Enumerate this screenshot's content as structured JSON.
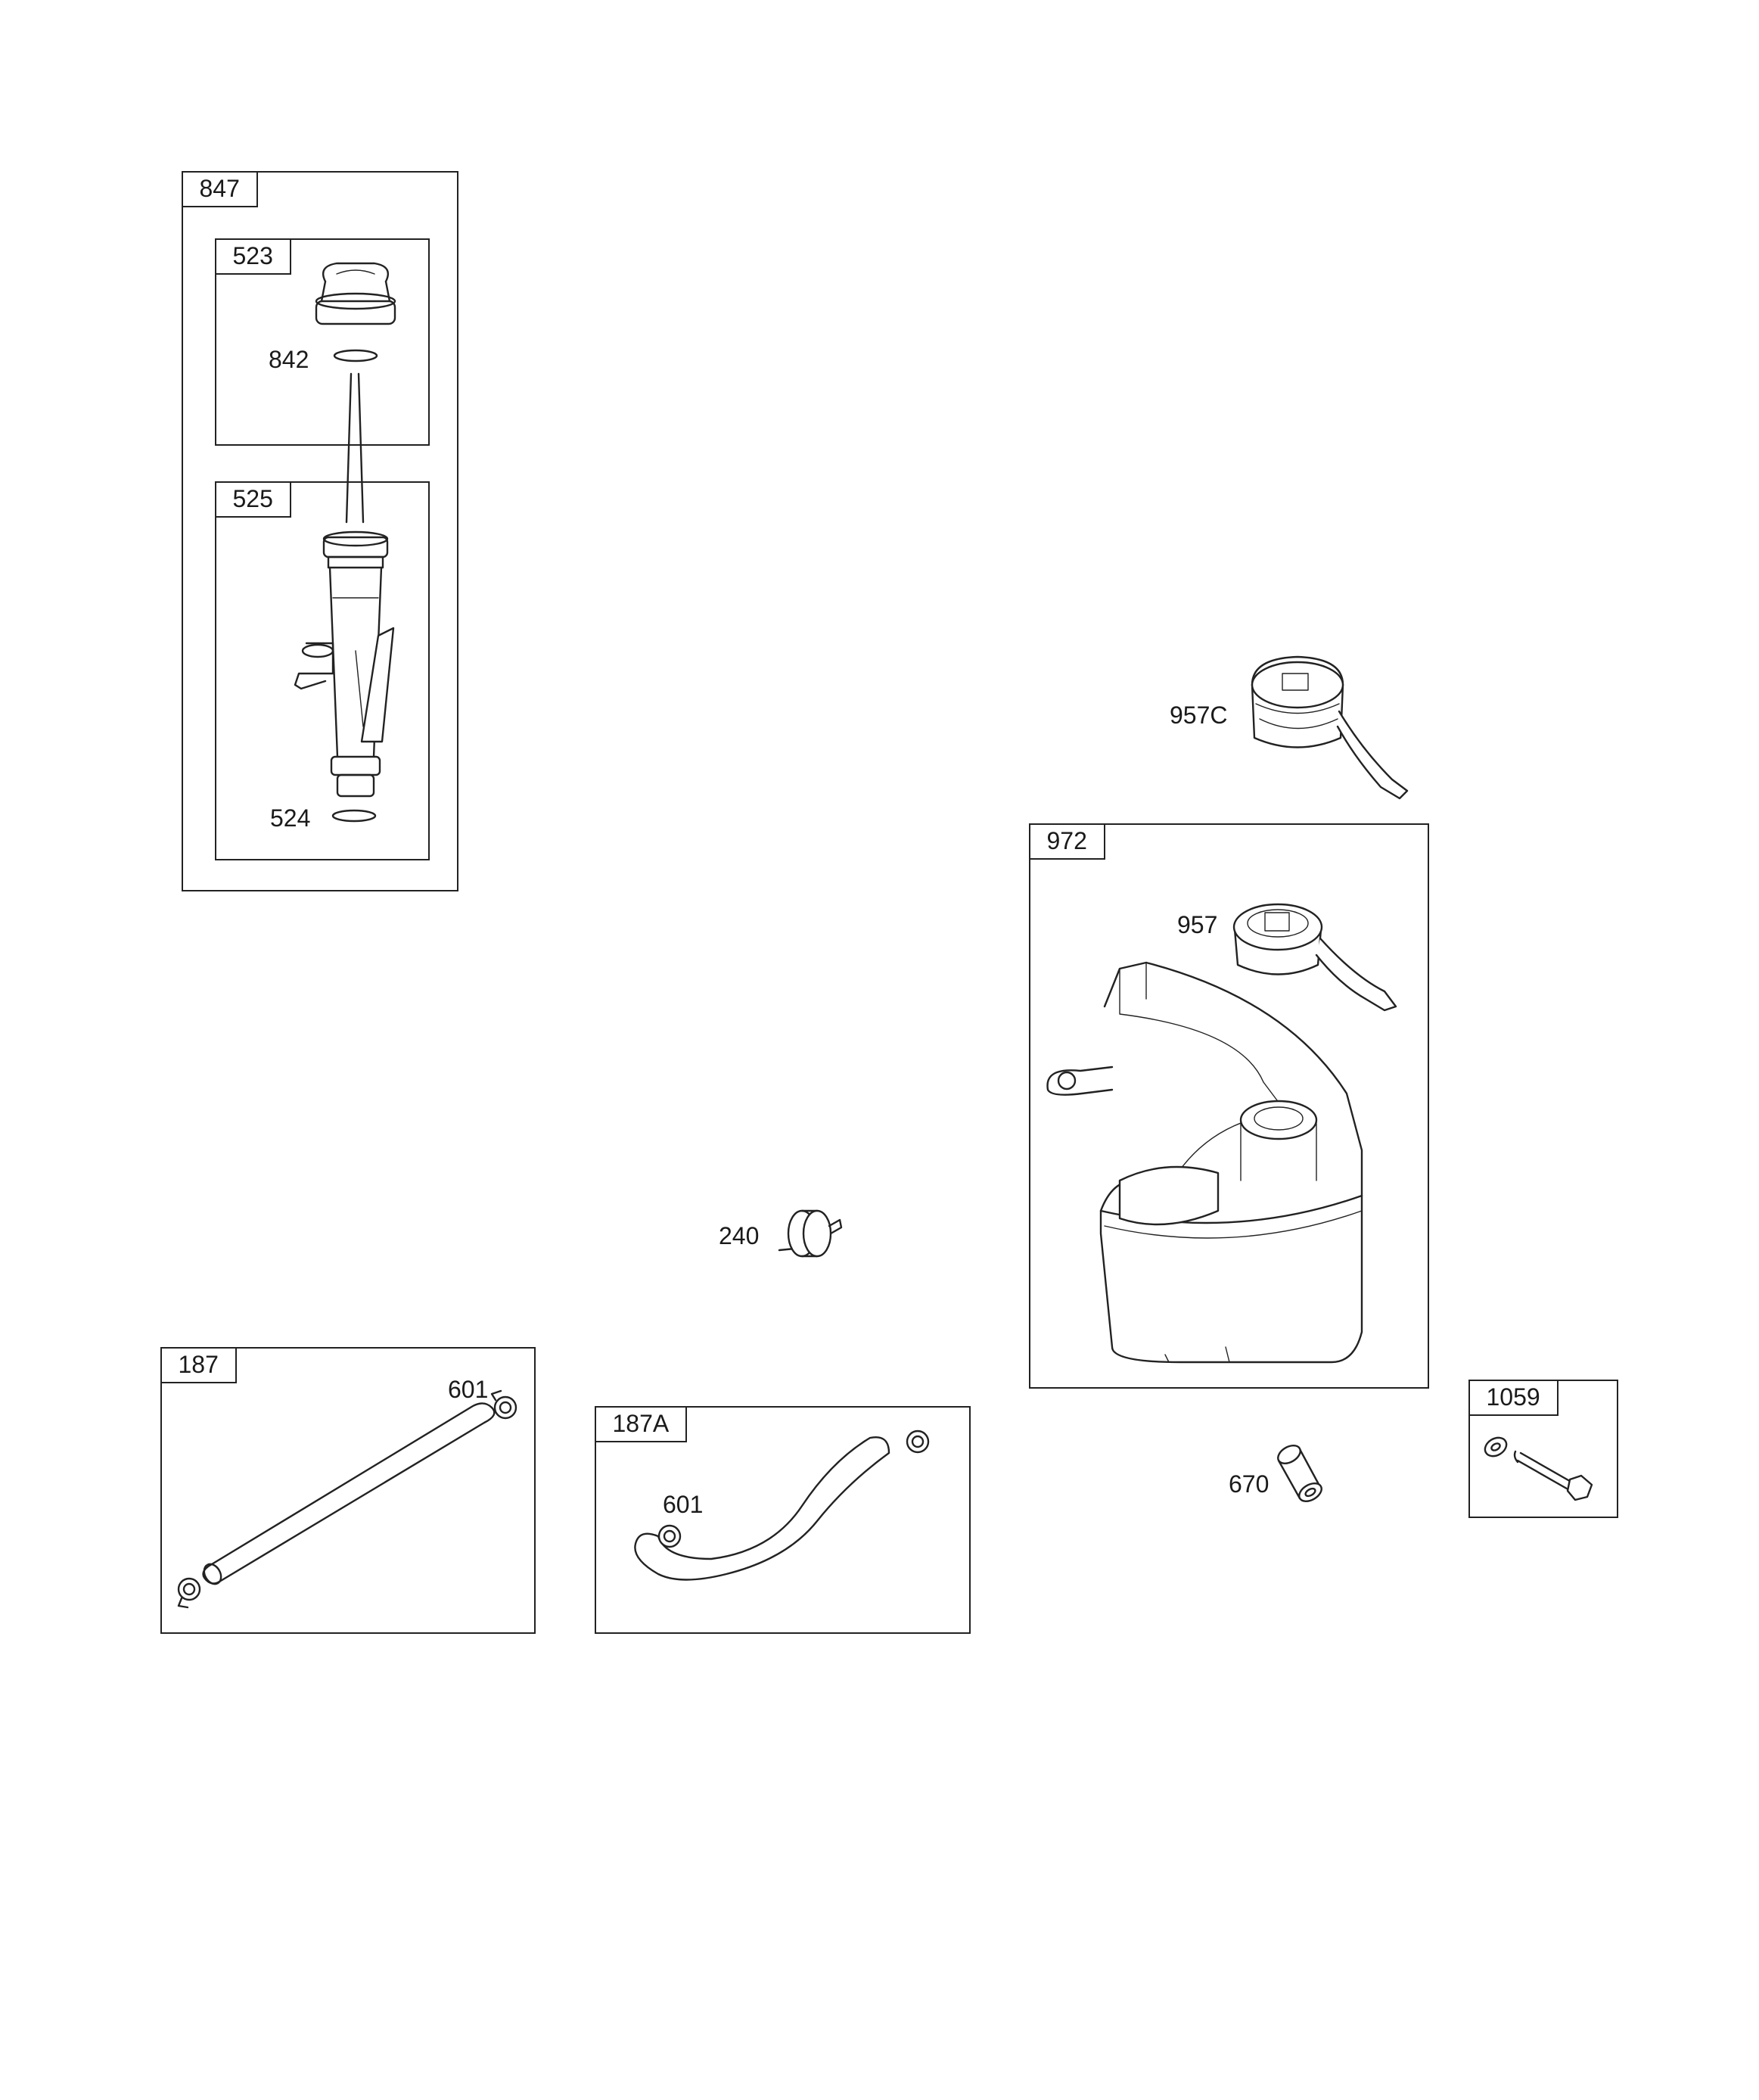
{
  "boxes": {
    "b847": "847",
    "b523": "523",
    "b525": "525",
    "b972": "972",
    "b1059": "1059",
    "b187": "187",
    "b187a": "187A"
  },
  "callouts": {
    "c842": "842",
    "c524": "524",
    "c957c": "957C",
    "c957": "957",
    "c240": "240",
    "c601a": "601",
    "c601b": "601",
    "c670": "670"
  }
}
